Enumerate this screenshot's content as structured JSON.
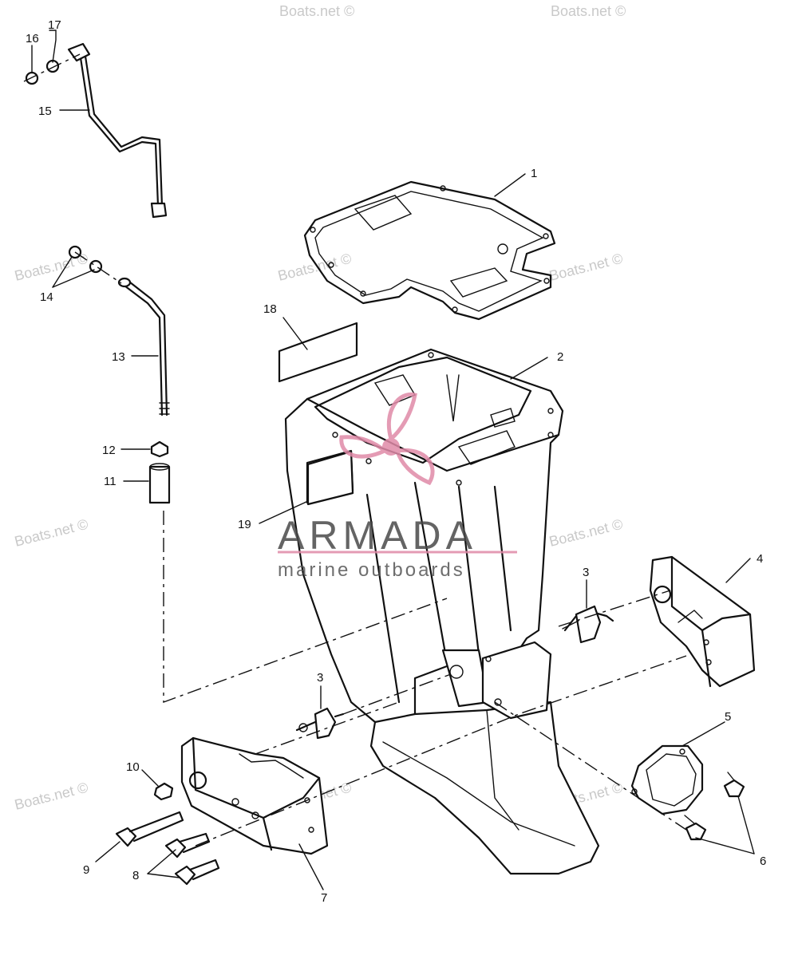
{
  "callouts": [
    {
      "id": "c1",
      "text": "1"
    },
    {
      "id": "c2",
      "text": "2"
    },
    {
      "id": "c3a",
      "text": "3"
    },
    {
      "id": "c3b",
      "text": "3"
    },
    {
      "id": "c4",
      "text": "4"
    },
    {
      "id": "c5",
      "text": "5"
    },
    {
      "id": "c6",
      "text": "6"
    },
    {
      "id": "c7",
      "text": "7"
    },
    {
      "id": "c8",
      "text": "8"
    },
    {
      "id": "c9",
      "text": "9"
    },
    {
      "id": "c10",
      "text": "10"
    },
    {
      "id": "c11",
      "text": "11"
    },
    {
      "id": "c12",
      "text": "12"
    },
    {
      "id": "c13",
      "text": "13"
    },
    {
      "id": "c14",
      "text": "14"
    },
    {
      "id": "c15",
      "text": "15"
    },
    {
      "id": "c16",
      "text": "16"
    },
    {
      "id": "c17",
      "text": "17"
    },
    {
      "id": "c18",
      "text": "18"
    },
    {
      "id": "c19",
      "text": "19"
    }
  ],
  "watermark": {
    "text": "Boats.net ©"
  },
  "logo": {
    "name": "ARMADA",
    "tagline": "marine outboards",
    "color": "#e08aa8"
  }
}
